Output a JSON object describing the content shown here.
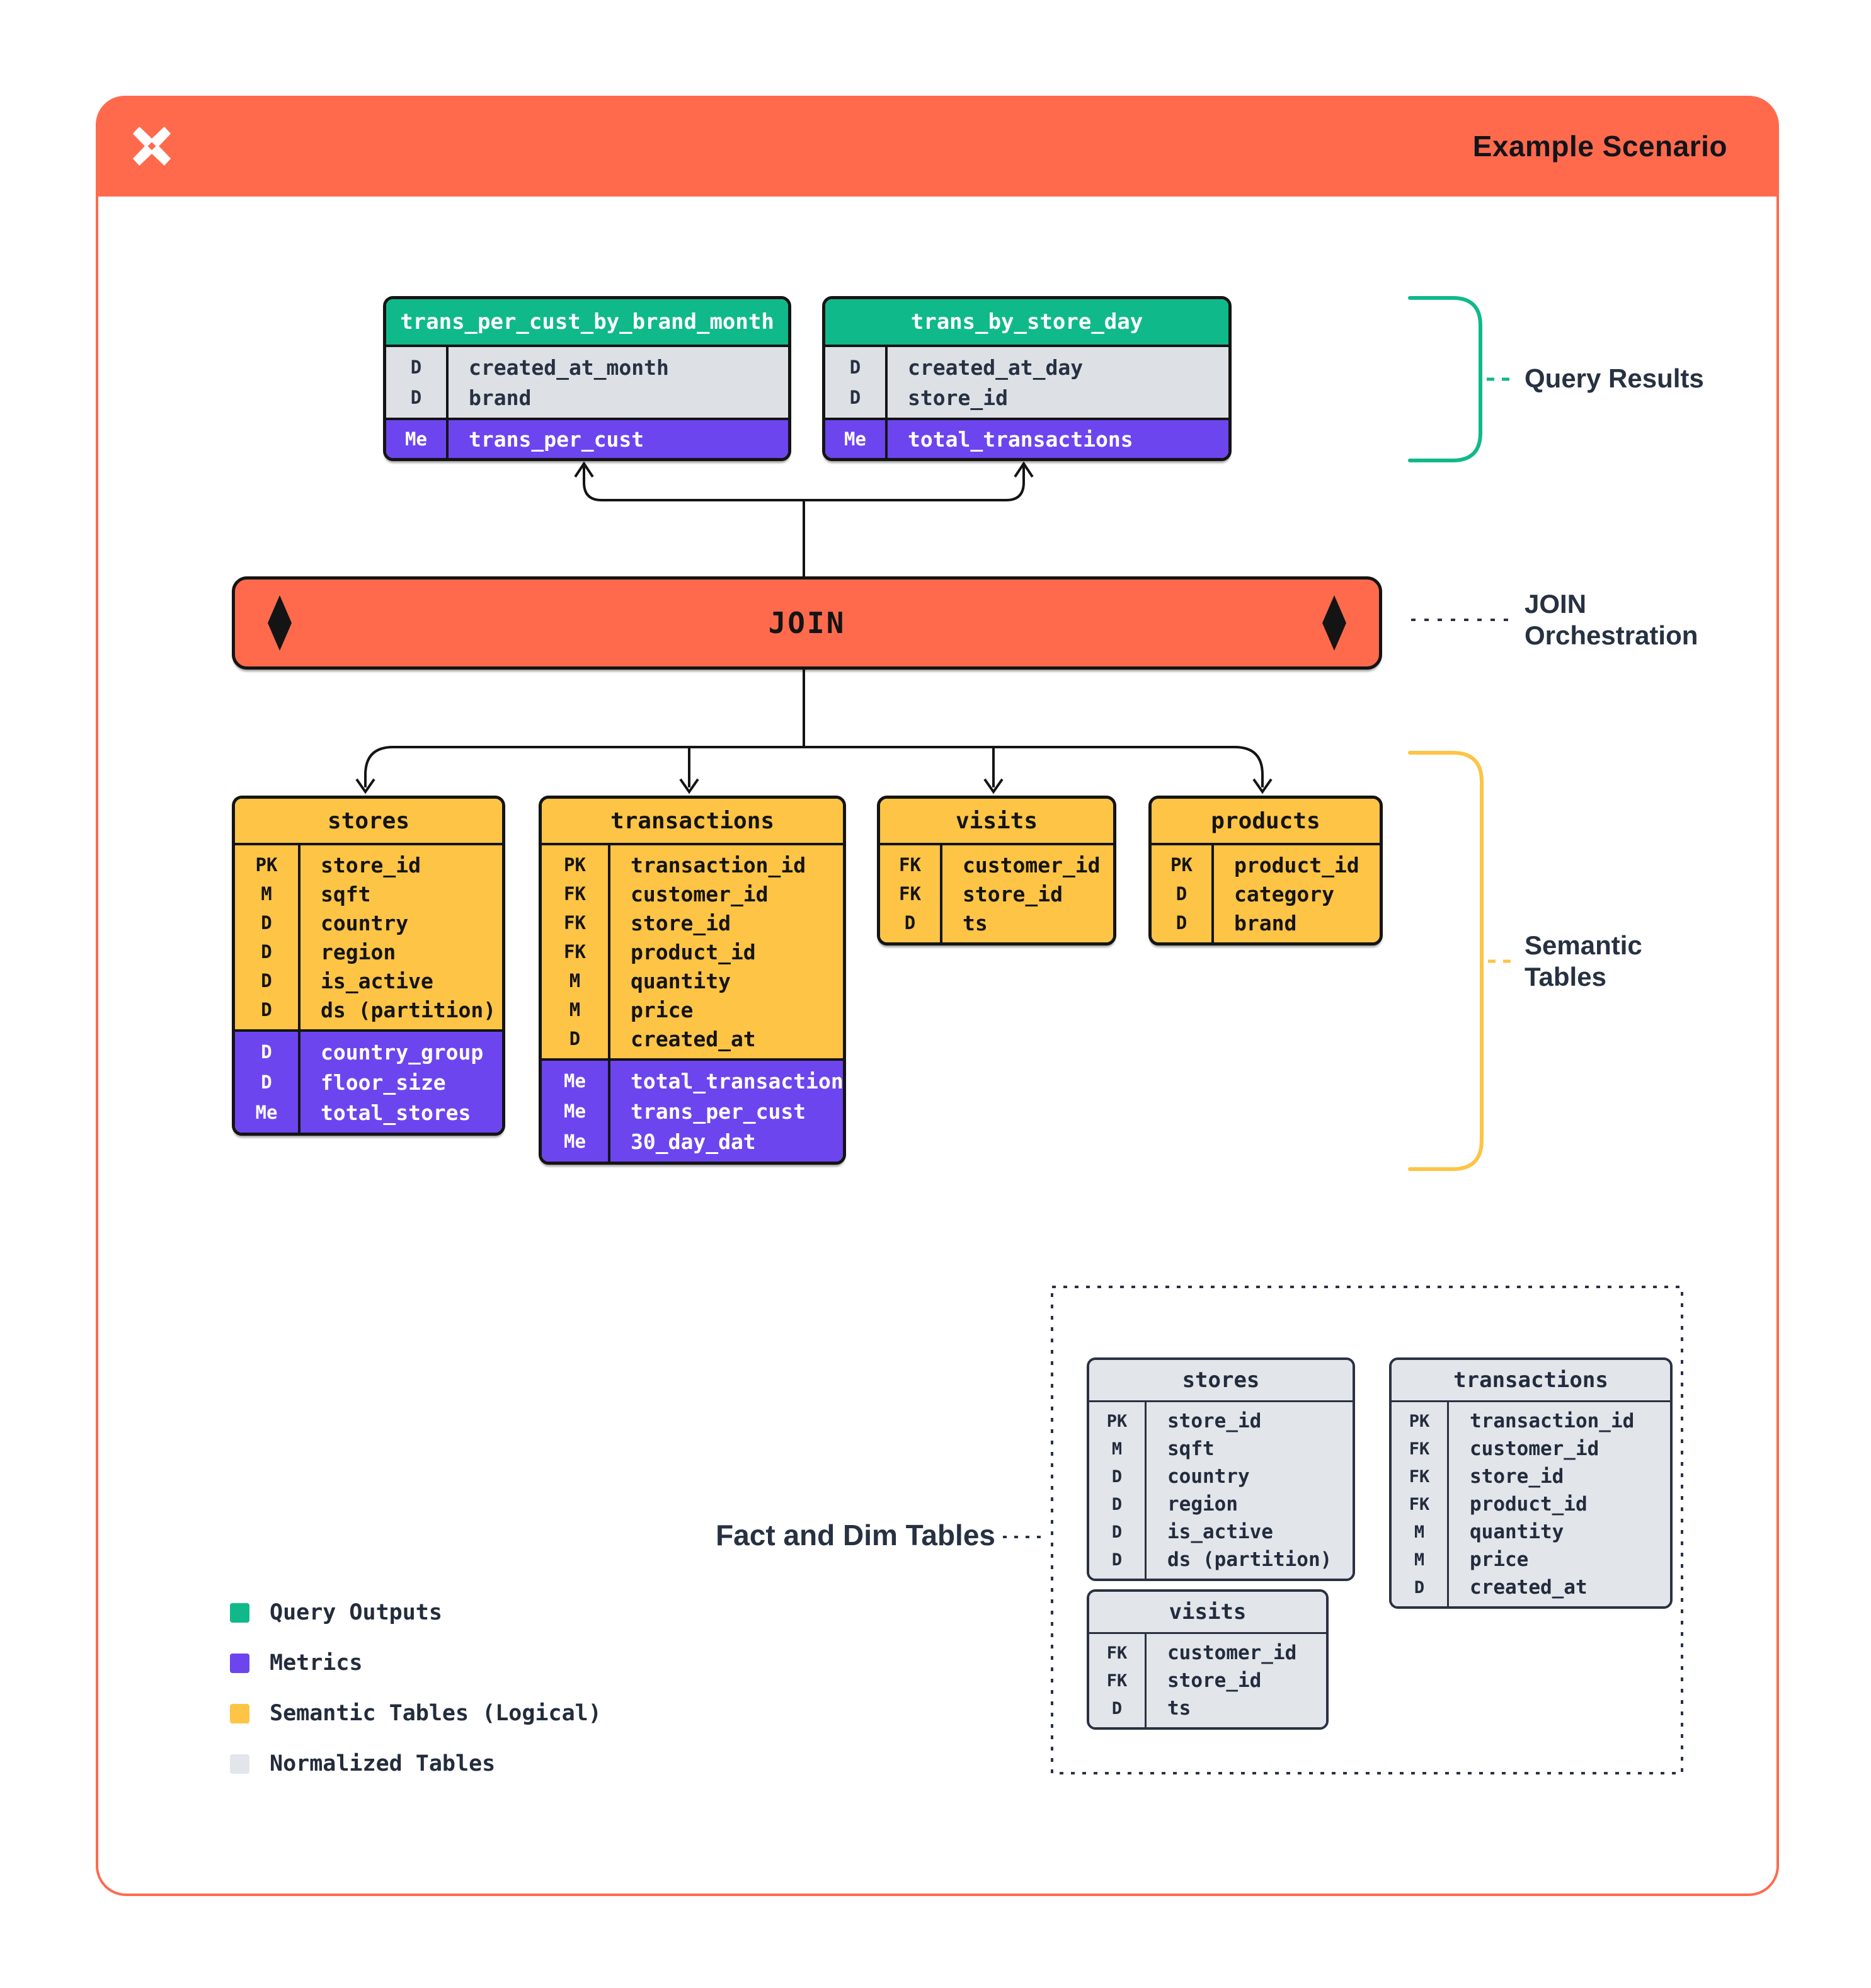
{
  "header": {
    "title": "Example Scenario",
    "logo": "x-star-logo"
  },
  "annotations": {
    "query_results": "Query Results",
    "join_line1": "JOIN",
    "join_line2": "Orchestration",
    "semantic_line1": "Semantic",
    "semantic_line2": "Tables",
    "fact_dim": "Fact and Dim Tables"
  },
  "join_bar": {
    "label": "JOIN"
  },
  "query_tables": [
    {
      "title": "trans_per_cust_by_brand_month",
      "dims": [
        {
          "k": "D",
          "n": "created_at_month"
        },
        {
          "k": "D",
          "n": "brand"
        }
      ],
      "metrics": [
        {
          "k": "Me",
          "n": "trans_per_cust"
        }
      ]
    },
    {
      "title": "trans_by_store_day",
      "dims": [
        {
          "k": "D",
          "n": "created_at_day"
        },
        {
          "k": "D",
          "n": "store_id"
        }
      ],
      "metrics": [
        {
          "k": "Me",
          "n": "total_transactions"
        }
      ]
    }
  ],
  "semantic_tables": [
    {
      "title": "stores",
      "cols": [
        {
          "k": "PK",
          "n": "store_id"
        },
        {
          "k": "M",
          "n": "sqft"
        },
        {
          "k": "D",
          "n": "country"
        },
        {
          "k": "D",
          "n": "region"
        },
        {
          "k": "D",
          "n": "is_active"
        },
        {
          "k": "D",
          "n": "ds (partition)"
        }
      ],
      "metrics": [
        {
          "k": "D",
          "n": "country_group"
        },
        {
          "k": "D",
          "n": "floor_size"
        },
        {
          "k": "Me",
          "n": "total_stores"
        }
      ]
    },
    {
      "title": "transactions",
      "cols": [
        {
          "k": "PK",
          "n": "transaction_id"
        },
        {
          "k": "FK",
          "n": "customer_id"
        },
        {
          "k": "FK",
          "n": "store_id"
        },
        {
          "k": "FK",
          "n": "product_id"
        },
        {
          "k": "M",
          "n": "quantity"
        },
        {
          "k": "M",
          "n": "price"
        },
        {
          "k": "D",
          "n": "created_at"
        }
      ],
      "metrics": [
        {
          "k": "Me",
          "n": "total_transactions"
        },
        {
          "k": "Me",
          "n": "trans_per_cust"
        },
        {
          "k": "Me",
          "n": "30_day_dat"
        }
      ]
    },
    {
      "title": "visits",
      "cols": [
        {
          "k": "FK",
          "n": "customer_id"
        },
        {
          "k": "FK",
          "n": "store_id"
        },
        {
          "k": "D",
          "n": "ts"
        }
      ],
      "metrics": []
    },
    {
      "title": "products",
      "cols": [
        {
          "k": "PK",
          "n": "product_id"
        },
        {
          "k": "D",
          "n": "category"
        },
        {
          "k": "D",
          "n": "brand"
        }
      ],
      "metrics": []
    }
  ],
  "normalized_tables": [
    {
      "title": "stores",
      "cols": [
        {
          "k": "PK",
          "n": "store_id"
        },
        {
          "k": "M",
          "n": "sqft"
        },
        {
          "k": "D",
          "n": "country"
        },
        {
          "k": "D",
          "n": "region"
        },
        {
          "k": "D",
          "n": "is_active"
        },
        {
          "k": "D",
          "n": "ds (partition)"
        }
      ]
    },
    {
      "title": "transactions",
      "cols": [
        {
          "k": "PK",
          "n": "transaction_id"
        },
        {
          "k": "FK",
          "n": "customer_id"
        },
        {
          "k": "FK",
          "n": "store_id"
        },
        {
          "k": "FK",
          "n": "product_id"
        },
        {
          "k": "M",
          "n": "quantity"
        },
        {
          "k": "M",
          "n": "price"
        },
        {
          "k": "D",
          "n": "created_at"
        }
      ]
    },
    {
      "title": "visits",
      "cols": [
        {
          "k": "FK",
          "n": "customer_id"
        },
        {
          "k": "FK",
          "n": "store_id"
        },
        {
          "k": "D",
          "n": "ts"
        }
      ]
    }
  ],
  "legend": [
    {
      "label": "Query Outputs",
      "color": "#10B98A"
    },
    {
      "label": "Metrics",
      "color": "#6C45EF"
    },
    {
      "label": "Semantic Tables (Logical)",
      "color": "#FDC445"
    },
    {
      "label": "Normalized Tables",
      "color": "#E2E5EA"
    }
  ],
  "colors": {
    "accent_orange": "#FF6A4D",
    "green": "#10B98A",
    "purple": "#6C45EF",
    "yellow": "#FDC445",
    "gray": "#E2E5EA",
    "ink": "#141414",
    "navy": "#2A3142"
  }
}
